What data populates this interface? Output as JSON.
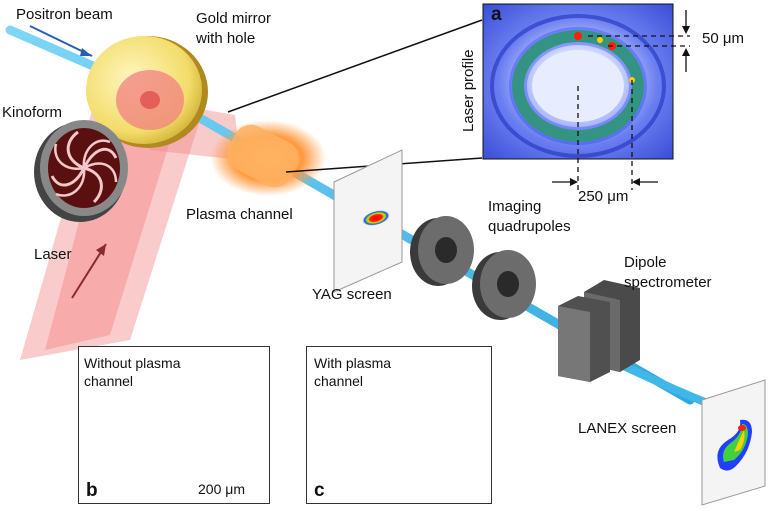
{
  "labels": {
    "positron_beam": "Positron beam",
    "gold_mirror_line1": "Gold mirror",
    "gold_mirror_line2": "with hole",
    "kinoform": "Kinoform",
    "laser": "Laser",
    "plasma_channel": "Plasma channel",
    "yag_screen": "YAG screen",
    "imaging_line1": "Imaging",
    "imaging_line2": "quadrupoles",
    "dipole_line1": "Dipole",
    "dipole_line2": "spectrometer",
    "lanex_screen": "LANEX screen"
  },
  "inset_a": {
    "letter": "a",
    "side_label": "Laser profile",
    "dim_thickness": "50 μm",
    "dim_diameter": "250 μm"
  },
  "panel_b": {
    "letter": "b",
    "title_line1": "Without plasma",
    "title_line2": "channel",
    "scale_label": "200 μm"
  },
  "panel_c": {
    "letter": "c",
    "title_line1": "With plasma",
    "title_line2": "channel"
  },
  "colors": {
    "beam": "#3fb8e8",
    "laser": "#f08a8a",
    "gold": "#e8d060",
    "magnet": "#555555"
  }
}
